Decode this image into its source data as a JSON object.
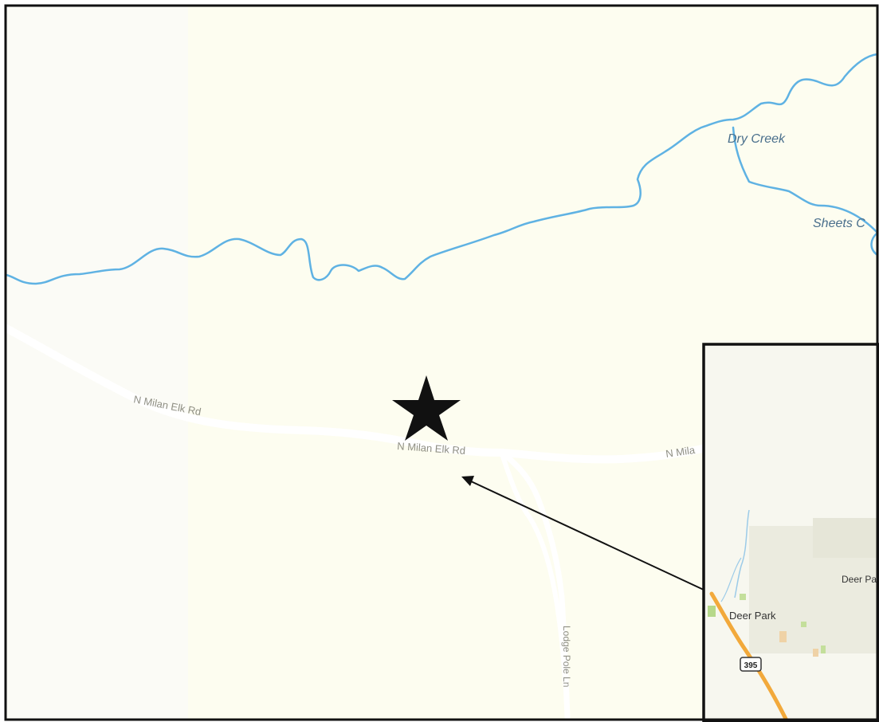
{
  "map": {
    "water_labels": {
      "dry_creek": "Dry Creek",
      "sheets_creek": "Sheets C"
    },
    "road_labels": {
      "milan_elk_west": "N Milan Elk Rd",
      "milan_elk_center": "N Milan Elk Rd",
      "milan_elk_east": "N Mila",
      "lodge_pole": "Lodge Pole Ln"
    },
    "marker": {
      "icon": "star-icon",
      "color": "#111111"
    }
  },
  "inset": {
    "town_label": "Deer Park",
    "town_label_right": "Deer Pa",
    "highway_shield": "395",
    "highway_color": "#f2a93b"
  },
  "colors": {
    "land": "#fdfdf0",
    "water": "#5fb2e3",
    "road": "#ffffff",
    "frame": "#111111",
    "road_label": "#8f8f84",
    "water_label": "#4a6f8c"
  }
}
